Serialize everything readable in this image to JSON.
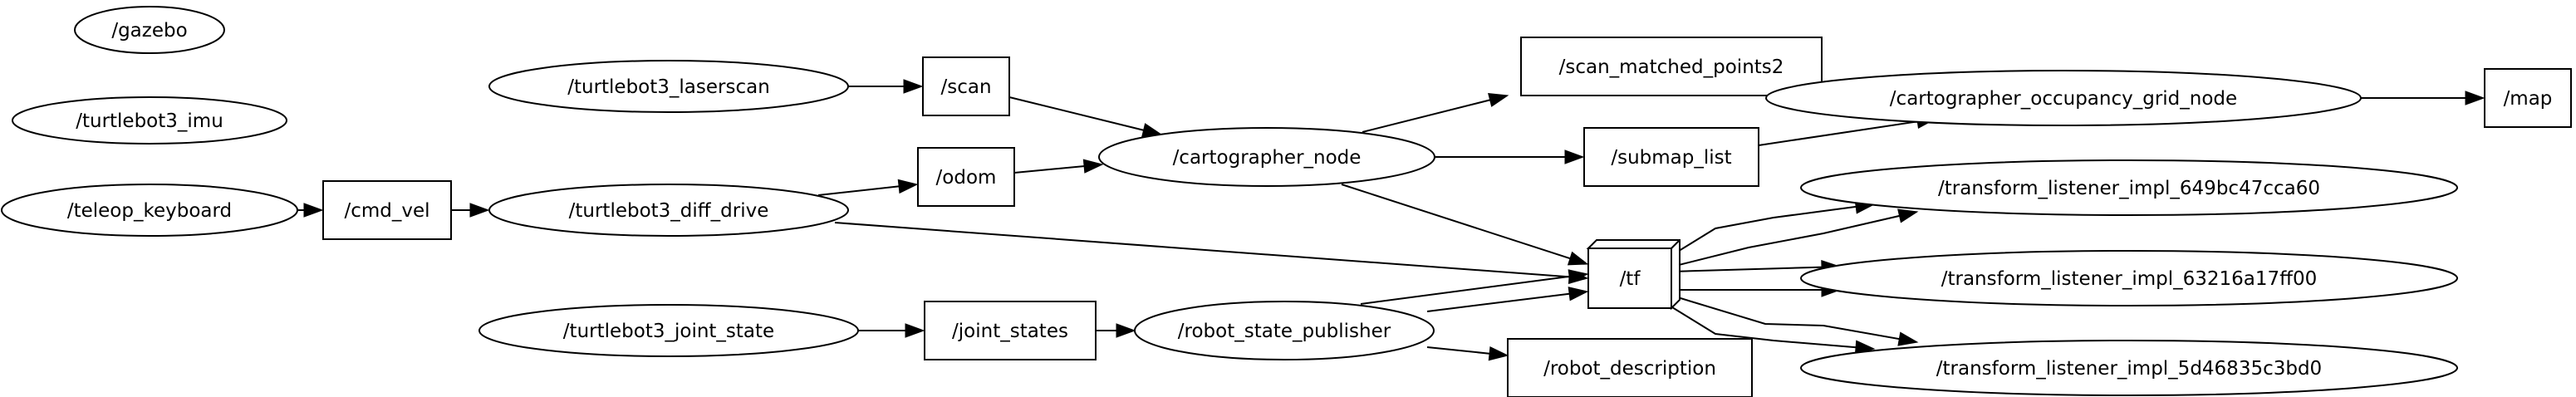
{
  "nodes": [
    {
      "id": "gazebo",
      "label": "/gazebo",
      "shape": "ellipse"
    },
    {
      "id": "imu",
      "label": "/turtlebot3_imu",
      "shape": "ellipse"
    },
    {
      "id": "teleop",
      "label": "/teleop_keyboard",
      "shape": "ellipse"
    },
    {
      "id": "cmd_vel",
      "label": "/cmd_vel",
      "shape": "box"
    },
    {
      "id": "laserscan",
      "label": "/turtlebot3_laserscan",
      "shape": "ellipse"
    },
    {
      "id": "scan",
      "label": "/scan",
      "shape": "box"
    },
    {
      "id": "diff_drive",
      "label": "/turtlebot3_diff_drive",
      "shape": "ellipse"
    },
    {
      "id": "odom",
      "label": "/odom",
      "shape": "box"
    },
    {
      "id": "carto_node",
      "label": "/cartographer_node",
      "shape": "ellipse"
    },
    {
      "id": "scan_matched",
      "label": "/scan_matched_points2",
      "shape": "box"
    },
    {
      "id": "submap_list",
      "label": "/submap_list",
      "shape": "box"
    },
    {
      "id": "occ_grid",
      "label": "/cartographer_occupancy_grid_node",
      "shape": "ellipse"
    },
    {
      "id": "map",
      "label": "/map",
      "shape": "box"
    },
    {
      "id": "tf",
      "label": "/tf",
      "shape": "box3d"
    },
    {
      "id": "tl1",
      "label": "/transform_listener_impl_649bc47cca60",
      "shape": "ellipse"
    },
    {
      "id": "tl2",
      "label": "/transform_listener_impl_63216a17ff00",
      "shape": "ellipse"
    },
    {
      "id": "tl3",
      "label": "/transform_listener_impl_5d46835c3bd0",
      "shape": "ellipse"
    },
    {
      "id": "joint_state",
      "label": "/turtlebot3_joint_state",
      "shape": "ellipse"
    },
    {
      "id": "joint_states",
      "label": "/joint_states",
      "shape": "box"
    },
    {
      "id": "rsp",
      "label": "/robot_state_publisher",
      "shape": "ellipse"
    },
    {
      "id": "robot_desc",
      "label": "/robot_description",
      "shape": "box"
    }
  ],
  "edges": [
    {
      "from": "teleop",
      "to": "cmd_vel"
    },
    {
      "from": "cmd_vel",
      "to": "diff_drive"
    },
    {
      "from": "laserscan",
      "to": "scan"
    },
    {
      "from": "scan",
      "to": "carto_node"
    },
    {
      "from": "diff_drive",
      "to": "odom"
    },
    {
      "from": "diff_drive",
      "to": "tf"
    },
    {
      "from": "odom",
      "to": "carto_node"
    },
    {
      "from": "carto_node",
      "to": "scan_matched"
    },
    {
      "from": "carto_node",
      "to": "submap_list"
    },
    {
      "from": "carto_node",
      "to": "tf"
    },
    {
      "from": "submap_list",
      "to": "occ_grid"
    },
    {
      "from": "occ_grid",
      "to": "map"
    },
    {
      "from": "tf",
      "to": "tl1"
    },
    {
      "from": "tf",
      "to": "tl1"
    },
    {
      "from": "tf",
      "to": "tl2"
    },
    {
      "from": "tf",
      "to": "tl2"
    },
    {
      "from": "tf",
      "to": "tl3"
    },
    {
      "from": "tf",
      "to": "tl3"
    },
    {
      "from": "joint_state",
      "to": "joint_states"
    },
    {
      "from": "joint_states",
      "to": "rsp"
    },
    {
      "from": "rsp",
      "to": "tf"
    },
    {
      "from": "rsp",
      "to": "tf"
    },
    {
      "from": "rsp",
      "to": "robot_desc"
    }
  ]
}
